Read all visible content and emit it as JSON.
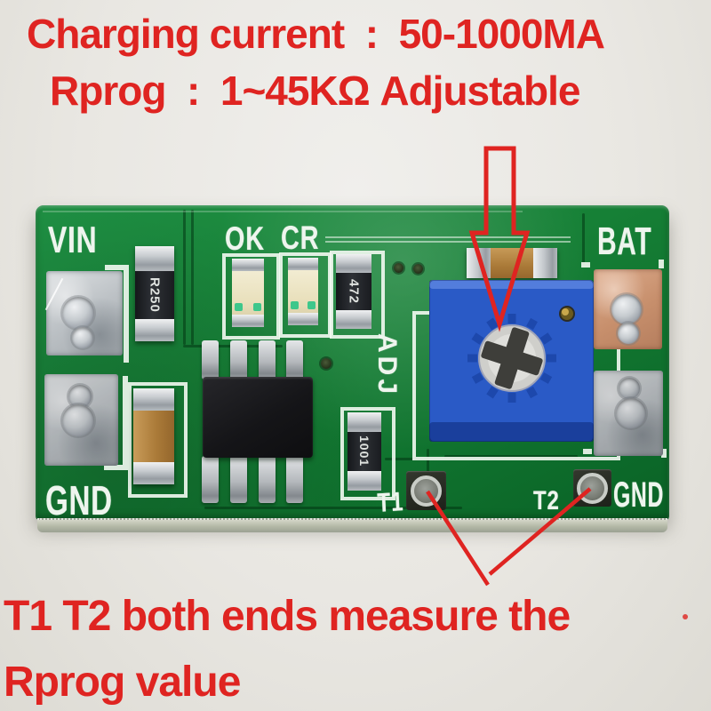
{
  "annotation": {
    "color": "#df2421",
    "top_line1": "Charging current  :  50-1000MA",
    "top_line2": "Rprog  :  1~45KΩ Adjustable",
    "bottom_line1": "T1 T2 both ends measure the",
    "bottom_line2": "Rprog value"
  },
  "board": {
    "color": "#168036",
    "silkscreen": {
      "vin": "VIN",
      "ok": "OK",
      "cr": "CR",
      "bat": "BAT",
      "adj": "ADJ",
      "gnd_left": "GND",
      "t1": "T1",
      "t2": "T2",
      "gnd_right": "GND"
    },
    "components": {
      "resistor_r250": "R250",
      "resistor_472": "472",
      "resistor_1001": "1001",
      "potentiometer_color": "#2a5ac6"
    }
  }
}
